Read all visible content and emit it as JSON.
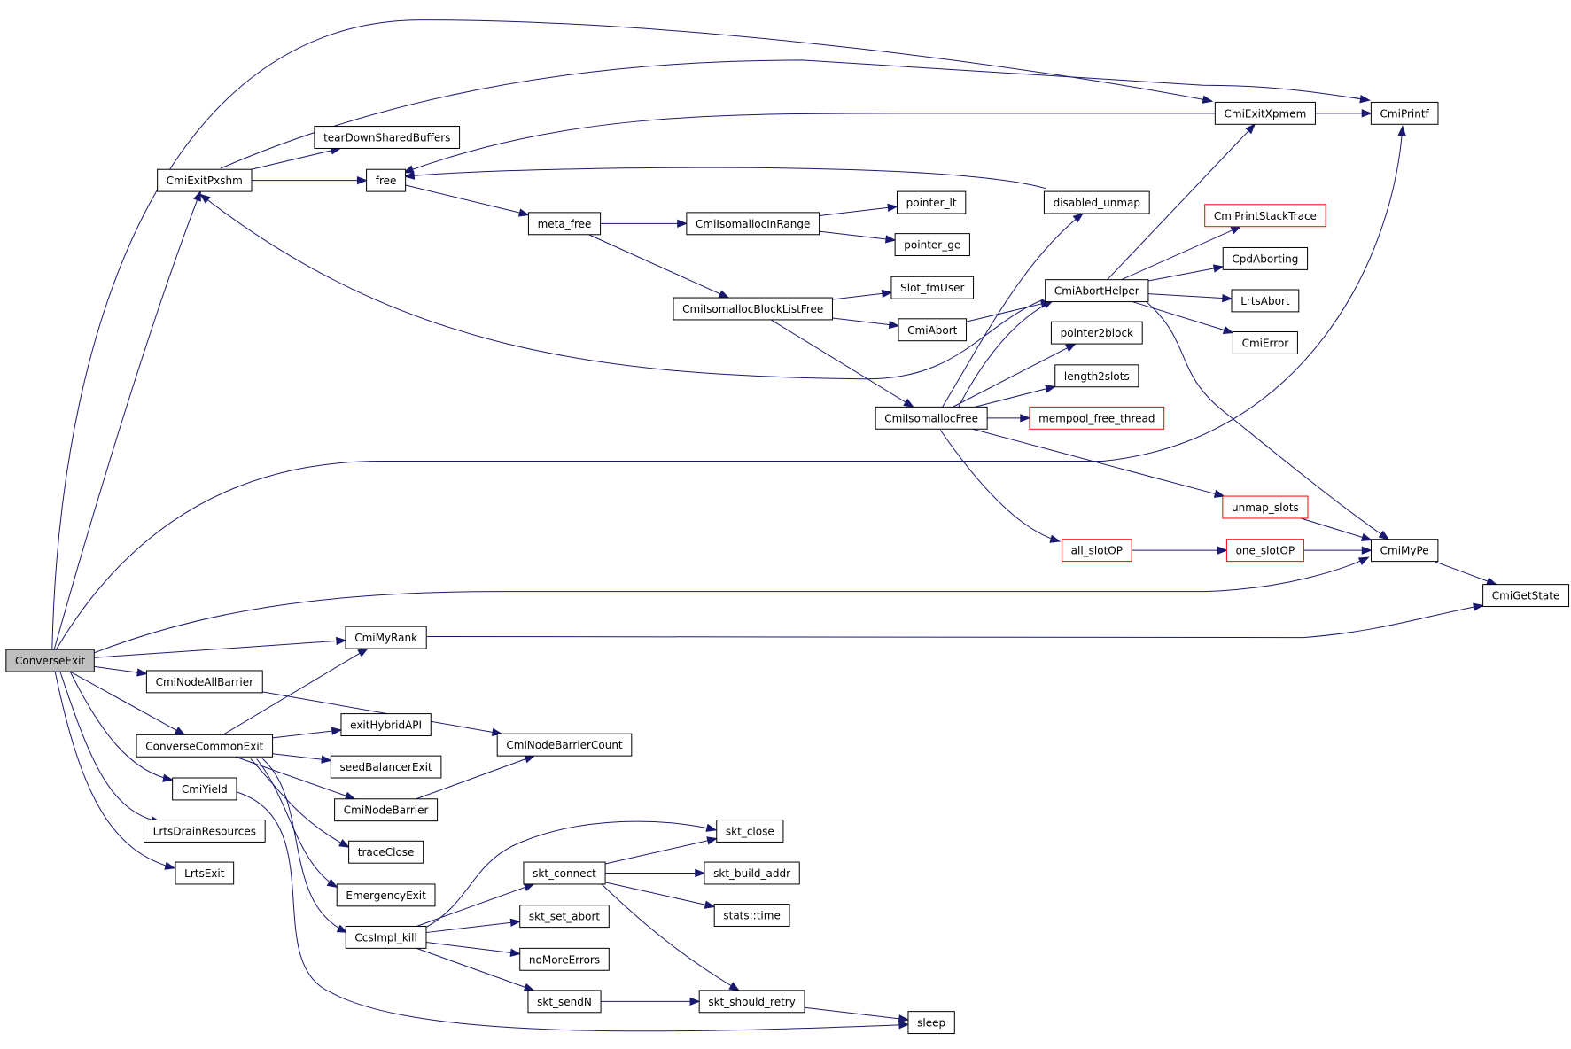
{
  "graph": {
    "nodes": [
      {
        "id": "ConverseExit",
        "label": "ConverseExit",
        "style": "root"
      },
      {
        "id": "CmiExitPxshm",
        "label": "CmiExitPxshm",
        "style": "normal"
      },
      {
        "id": "tearDownSharedBuffers",
        "label": "tearDownSharedBuffers",
        "style": "normal"
      },
      {
        "id": "free",
        "label": "free",
        "style": "normal"
      },
      {
        "id": "meta_free",
        "label": "meta_free",
        "style": "normal"
      },
      {
        "id": "CmiIsomallocInRange",
        "label": "CmiIsomallocInRange",
        "style": "normal"
      },
      {
        "id": "pointer_lt",
        "label": "pointer_lt",
        "style": "normal"
      },
      {
        "id": "pointer_ge",
        "label": "pointer_ge",
        "style": "normal"
      },
      {
        "id": "CmiIsomallocBlockListFree",
        "label": "CmiIsomallocBlockListFree",
        "style": "normal"
      },
      {
        "id": "Slot_fmUser",
        "label": "Slot_fmUser",
        "style": "normal"
      },
      {
        "id": "CmiAbort",
        "label": "CmiAbort",
        "style": "normal"
      },
      {
        "id": "CmiAbortHelper",
        "label": "CmiAbortHelper",
        "style": "normal"
      },
      {
        "id": "CmiExitXpmem",
        "label": "CmiExitXpmem",
        "style": "normal"
      },
      {
        "id": "CmiPrintf",
        "label": "CmiPrintf",
        "style": "normal"
      },
      {
        "id": "disabled_unmap",
        "label": "disabled_unmap",
        "style": "normal"
      },
      {
        "id": "CmiPrintStackTrace",
        "label": "CmiPrintStackTrace",
        "style": "red"
      },
      {
        "id": "CpdAborting",
        "label": "CpdAborting",
        "style": "normal"
      },
      {
        "id": "LrtsAbort",
        "label": "LrtsAbort",
        "style": "normal"
      },
      {
        "id": "CmiError",
        "label": "CmiError",
        "style": "normal"
      },
      {
        "id": "pointer2block",
        "label": "pointer2block",
        "style": "normal"
      },
      {
        "id": "length2slots",
        "label": "length2slots",
        "style": "normal"
      },
      {
        "id": "CmiIsomallocFree",
        "label": "CmiIsomallocFree",
        "style": "normal"
      },
      {
        "id": "mempool_free_thread",
        "label": "mempool_free_thread",
        "style": "red"
      },
      {
        "id": "unmap_slots",
        "label": "unmap_slots",
        "style": "red"
      },
      {
        "id": "all_slotOP",
        "label": "all_slotOP",
        "style": "red"
      },
      {
        "id": "one_slotOP",
        "label": "one_slotOP",
        "style": "red"
      },
      {
        "id": "CmiMyPe",
        "label": "CmiMyPe",
        "style": "normal"
      },
      {
        "id": "CmiGetState",
        "label": "CmiGetState",
        "style": "normal"
      },
      {
        "id": "CmiMyRank",
        "label": "CmiMyRank",
        "style": "normal"
      },
      {
        "id": "CmiNodeAllBarrier",
        "label": "CmiNodeAllBarrier",
        "style": "normal"
      },
      {
        "id": "CmiNodeBarrierCount",
        "label": "CmiNodeBarrierCount",
        "style": "normal"
      },
      {
        "id": "ConverseCommonExit",
        "label": "ConverseCommonExit",
        "style": "normal"
      },
      {
        "id": "exitHybridAPI",
        "label": "exitHybridAPI",
        "style": "normal"
      },
      {
        "id": "seedBalancerExit",
        "label": "seedBalancerExit",
        "style": "normal"
      },
      {
        "id": "CmiNodeBarrier",
        "label": "CmiNodeBarrier",
        "style": "normal"
      },
      {
        "id": "traceClose",
        "label": "traceClose",
        "style": "normal"
      },
      {
        "id": "EmergencyExit",
        "label": "EmergencyExit",
        "style": "normal"
      },
      {
        "id": "CcsImpl_kill",
        "label": "CcsImpl_kill",
        "style": "normal"
      },
      {
        "id": "CmiYield",
        "label": "CmiYield",
        "style": "normal"
      },
      {
        "id": "LrtsDrainResources",
        "label": "LrtsDrainResources",
        "style": "normal"
      },
      {
        "id": "LrtsExit",
        "label": "LrtsExit",
        "style": "normal"
      },
      {
        "id": "skt_close",
        "label": "skt_close",
        "style": "normal"
      },
      {
        "id": "skt_connect",
        "label": "skt_connect",
        "style": "normal"
      },
      {
        "id": "skt_build_addr",
        "label": "skt_build_addr",
        "style": "normal"
      },
      {
        "id": "stats_time",
        "label": "stats::time",
        "style": "normal"
      },
      {
        "id": "skt_set_abort",
        "label": "skt_set_abort",
        "style": "normal"
      },
      {
        "id": "noMoreErrors",
        "label": "noMoreErrors",
        "style": "normal"
      },
      {
        "id": "skt_sendN",
        "label": "skt_sendN",
        "style": "normal"
      },
      {
        "id": "skt_should_retry",
        "label": "skt_should_retry",
        "style": "normal"
      },
      {
        "id": "sleep",
        "label": "sleep",
        "style": "normal"
      }
    ],
    "edges": [
      [
        "ConverseExit",
        "CmiExitPxshm"
      ],
      [
        "ConverseExit",
        "CmiExitXpmem"
      ],
      [
        "ConverseExit",
        "CmiPrintf"
      ],
      [
        "ConverseExit",
        "CmiMyPe"
      ],
      [
        "ConverseExit",
        "CmiMyRank"
      ],
      [
        "ConverseExit",
        "CmiNodeAllBarrier"
      ],
      [
        "ConverseExit",
        "ConverseCommonExit"
      ],
      [
        "ConverseExit",
        "CmiYield"
      ],
      [
        "ConverseExit",
        "LrtsDrainResources"
      ],
      [
        "ConverseExit",
        "LrtsExit"
      ],
      [
        "CmiExitPxshm",
        "tearDownSharedBuffers"
      ],
      [
        "CmiExitPxshm",
        "free"
      ],
      [
        "CmiExitPxshm",
        "CmiPrintf"
      ],
      [
        "free",
        "meta_free"
      ],
      [
        "meta_free",
        "CmiIsomallocInRange"
      ],
      [
        "meta_free",
        "CmiIsomallocBlockListFree"
      ],
      [
        "CmiIsomallocInRange",
        "pointer_lt"
      ],
      [
        "CmiIsomallocInRange",
        "pointer_ge"
      ],
      [
        "CmiIsomallocBlockListFree",
        "Slot_fmUser"
      ],
      [
        "CmiIsomallocBlockListFree",
        "CmiAbort"
      ],
      [
        "CmiIsomallocBlockListFree",
        "CmiIsomallocFree"
      ],
      [
        "CmiAbort",
        "CmiAbortHelper"
      ],
      [
        "CmiAbortHelper",
        "CmiExitXpmem"
      ],
      [
        "CmiAbortHelper",
        "CmiPrintStackTrace"
      ],
      [
        "CmiAbortHelper",
        "CpdAborting"
      ],
      [
        "CmiAbortHelper",
        "LrtsAbort"
      ],
      [
        "CmiAbortHelper",
        "CmiError"
      ],
      [
        "CmiAbortHelper",
        "CmiMyPe"
      ],
      [
        "CmiAbortHelper",
        "CmiExitPxshm"
      ],
      [
        "CmiExitXpmem",
        "free"
      ],
      [
        "CmiExitXpmem",
        "CmiPrintf"
      ],
      [
        "disabled_unmap",
        "free"
      ],
      [
        "CmiIsomallocFree",
        "disabled_unmap"
      ],
      [
        "CmiIsomallocFree",
        "CmiAbortHelper"
      ],
      [
        "CmiIsomallocFree",
        "pointer2block"
      ],
      [
        "CmiIsomallocFree",
        "length2slots"
      ],
      [
        "CmiIsomallocFree",
        "mempool_free_thread"
      ],
      [
        "CmiIsomallocFree",
        "unmap_slots"
      ],
      [
        "CmiIsomallocFree",
        "all_slotOP"
      ],
      [
        "unmap_slots",
        "CmiMyPe"
      ],
      [
        "all_slotOP",
        "one_slotOP"
      ],
      [
        "one_slotOP",
        "CmiMyPe"
      ],
      [
        "CmiMyPe",
        "CmiGetState"
      ],
      [
        "CmiMyRank",
        "CmiGetState"
      ],
      [
        "CmiNodeAllBarrier",
        "CmiNodeBarrierCount"
      ],
      [
        "ConverseCommonExit",
        "CmiMyRank"
      ],
      [
        "ConverseCommonExit",
        "exitHybridAPI"
      ],
      [
        "ConverseCommonExit",
        "seedBalancerExit"
      ],
      [
        "ConverseCommonExit",
        "CmiNodeBarrier"
      ],
      [
        "ConverseCommonExit",
        "traceClose"
      ],
      [
        "ConverseCommonExit",
        "EmergencyExit"
      ],
      [
        "ConverseCommonExit",
        "CcsImpl_kill"
      ],
      [
        "CmiNodeBarrier",
        "CmiNodeBarrierCount"
      ],
      [
        "CcsImpl_kill",
        "skt_close"
      ],
      [
        "CcsImpl_kill",
        "skt_connect"
      ],
      [
        "CcsImpl_kill",
        "skt_set_abort"
      ],
      [
        "CcsImpl_kill",
        "noMoreErrors"
      ],
      [
        "CcsImpl_kill",
        "skt_sendN"
      ],
      [
        "skt_connect",
        "skt_close"
      ],
      [
        "skt_connect",
        "skt_build_addr"
      ],
      [
        "skt_connect",
        "stats_time"
      ],
      [
        "skt_connect",
        "skt_should_retry"
      ],
      [
        "skt_sendN",
        "skt_should_retry"
      ],
      [
        "skt_should_retry",
        "sleep"
      ],
      [
        "CmiYield",
        "sleep"
      ]
    ]
  }
}
